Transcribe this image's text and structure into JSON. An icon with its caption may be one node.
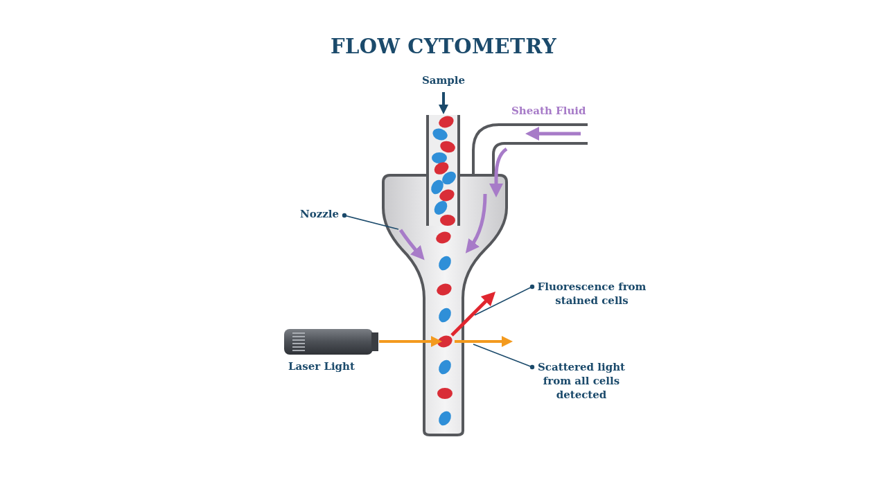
{
  "diagram": {
    "title": "FLOW CYTOMETRY",
    "nodes": [
      {
        "text": [
          "Nozzle"
        ]
      },
      {
        "text": [],
        "shape": "picture"
      },
      {
        "text": [
          "Fluorescence from stained cells"
        ]
      },
      {
        "text": [],
        "shape": "picture"
      },
      {
        "text": [
          "Scattered light from all cells detected"
        ]
      },
      {
        "text": [],
        "shape": "picture"
      },
      {
        "text": [],
        "shape": "picture"
      }
    ],
    "edges": [
      {
        "from": 0,
        "to": 1,
        "arrow": "other"
      },
      {
        "from": 2,
        "to": 3,
        "arrow": "other"
      },
      {
        "from": 4,
        "to": 5,
        "arrow": "other"
      },
      {
        "from": 6,
        "to": 1,
        "arrow": "to",
        "style": "thick",
        "color": "#f39a1e"
      }
    ],
    "labels": [
      "Sample",
      "Sheath Fluid",
      "Laser Light"
    ]
  }
}
